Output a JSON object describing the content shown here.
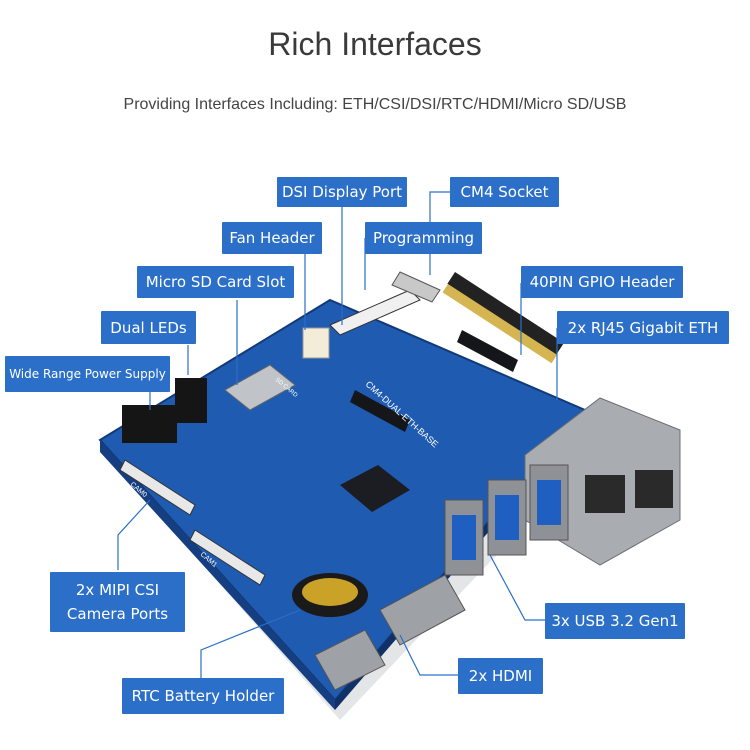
{
  "header": {
    "title": "Rich Interfaces",
    "subtitle": "Providing Interfaces Including: ETH/CSI/DSI/RTC/HDMI/Micro SD/USB"
  },
  "board": {
    "silkscreen": "CM4-DUAL-ETH-BASE",
    "camera_label_0": "CAM0",
    "camera_label_1": "CAM1",
    "sd_label": "SD CARD"
  },
  "callouts": {
    "dsi_display_port": "DSI Display Port",
    "cm4_socket": "CM4 Socket",
    "fan_header": "Fan Header",
    "programming": "Programming",
    "micro_sd_card_slot": "Micro SD Card Slot",
    "gpio_header": "40PIN GPIO Header",
    "dual_leds": "Dual LEDs",
    "rj45_eth": "2x RJ45 Gigabit ETH",
    "power_supply": "Wide Range Power Supply",
    "mipi_csi_line1": "2x MIPI CSI",
    "mipi_csi_line2": "Camera Ports",
    "usb": "3x USB 3.2 Gen1",
    "hdmi": "2x HDMI",
    "rtc_battery": "RTC Battery Holder"
  },
  "colors": {
    "callout_fill": "#2b6fc9",
    "board_blue": "#1f5bb0",
    "title_text": "#3a3a3a"
  }
}
